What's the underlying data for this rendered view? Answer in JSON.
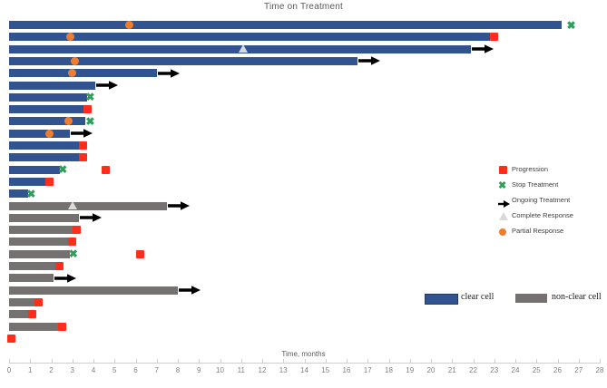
{
  "chart_data": {
    "type": "bar",
    "chart_kind": "swimmer-plot",
    "title": "Time on Treatment",
    "xlabel": "Time, months",
    "ylabel": "",
    "xlim": [
      0,
      28
    ],
    "xticks": [
      0,
      1,
      2,
      3,
      4,
      5,
      6,
      7,
      8,
      9,
      10,
      11,
      12,
      13,
      14,
      15,
      16,
      17,
      18,
      19,
      20,
      21,
      22,
      23,
      24,
      25,
      26,
      27,
      28
    ],
    "grid": false,
    "legend_position": "right",
    "orientation": "horizontal",
    "group_colors": {
      "clear cell": "#31538f",
      "non-clear cell": "#767171"
    },
    "marker_colors": {
      "Progression": "#ff2d1a",
      "Stop Treatment": "#2e9e5b",
      "Ongoing Treatment": "#000000",
      "Complete Response": "#d9d9d9",
      "Partial Response": "#ed7d31"
    },
    "series": [
      {
        "name": "clear cell",
        "values": [
          26.2,
          22.8,
          21.9,
          16.5,
          7.0,
          4.1,
          3.9,
          3.7,
          3.6,
          2.9,
          3.4,
          3.4,
          2.6,
          2.3,
          1.9,
          0.9
        ]
      },
      {
        "name": "non-clear cell",
        "values": [
          7.5,
          3.3,
          3.1,
          3.0,
          2.9,
          2.4,
          2.1,
          8.0,
          1.4,
          1.1,
          2.5,
          0.15
        ]
      }
    ],
    "bars": [
      {
        "row": 1,
        "group": "clear cell",
        "length": 26.2,
        "events": [
          {
            "type": "Partial Response",
            "x": 5.7
          },
          {
            "type": "Stop Treatment",
            "x": 26.6
          }
        ]
      },
      {
        "row": 2,
        "group": "clear cell",
        "length": 22.8,
        "events": [
          {
            "type": "Partial Response",
            "x": 2.9
          },
          {
            "type": "Progression",
            "x": 23.0
          }
        ]
      },
      {
        "row": 3,
        "group": "clear cell",
        "length": 21.9,
        "events": [
          {
            "type": "Complete Response",
            "x": 11.1
          },
          {
            "type": "Ongoing Treatment",
            "x": 21.9
          }
        ]
      },
      {
        "row": 4,
        "group": "clear cell",
        "length": 16.5,
        "events": [
          {
            "type": "Partial Response",
            "x": 3.1
          },
          {
            "type": "Ongoing Treatment",
            "x": 16.5
          }
        ]
      },
      {
        "row": 5,
        "group": "clear cell",
        "length": 7.0,
        "events": [
          {
            "type": "Partial Response",
            "x": 3.0
          },
          {
            "type": "Ongoing Treatment",
            "x": 7.0
          }
        ]
      },
      {
        "row": 6,
        "group": "clear cell",
        "length": 4.1,
        "events": [
          {
            "type": "Ongoing Treatment",
            "x": 4.1
          }
        ]
      },
      {
        "row": 7,
        "group": "clear cell",
        "length": 3.7,
        "events": [
          {
            "type": "Stop Treatment",
            "x": 3.8
          }
        ]
      },
      {
        "row": 8,
        "group": "clear cell",
        "length": 3.6,
        "events": [
          {
            "type": "Progression",
            "x": 3.7
          }
        ]
      },
      {
        "row": 9,
        "group": "clear cell",
        "length": 3.6,
        "events": [
          {
            "type": "Partial Response",
            "x": 2.8
          },
          {
            "type": "Stop Treatment",
            "x": 3.8
          }
        ]
      },
      {
        "row": 10,
        "group": "clear cell",
        "length": 2.9,
        "events": [
          {
            "type": "Partial Response",
            "x": 1.9
          },
          {
            "type": "Ongoing Treatment",
            "x": 2.9
          }
        ]
      },
      {
        "row": 11,
        "group": "clear cell",
        "length": 3.4,
        "events": [
          {
            "type": "Progression",
            "x": 3.5
          }
        ]
      },
      {
        "row": 12,
        "group": "clear cell",
        "length": 3.4,
        "events": [
          {
            "type": "Progression",
            "x": 3.5
          }
        ]
      },
      {
        "row": 13,
        "group": "clear cell",
        "length": 2.4,
        "events": [
          {
            "type": "Stop Treatment",
            "x": 2.5
          },
          {
            "type": "Progression",
            "x": 4.6
          }
        ]
      },
      {
        "row": 14,
        "group": "clear cell",
        "length": 1.9,
        "events": [
          {
            "type": "Progression",
            "x": 1.9
          }
        ]
      },
      {
        "row": 15,
        "group": "clear cell",
        "length": 0.9,
        "events": [
          {
            "type": "Stop Treatment",
            "x": 1.0
          }
        ]
      },
      {
        "row": 16,
        "group": "non-clear cell",
        "length": 7.5,
        "events": [
          {
            "type": "Complete Response",
            "x": 3.0
          },
          {
            "type": "Ongoing Treatment",
            "x": 7.5
          }
        ]
      },
      {
        "row": 17,
        "group": "non-clear cell",
        "length": 3.3,
        "events": [
          {
            "type": "Ongoing Treatment",
            "x": 3.3
          }
        ]
      },
      {
        "row": 18,
        "group": "non-clear cell",
        "length": 3.1,
        "events": [
          {
            "type": "Progression",
            "x": 3.2
          }
        ]
      },
      {
        "row": 19,
        "group": "non-clear cell",
        "length": 3.0,
        "events": [
          {
            "type": "Progression",
            "x": 3.0
          }
        ]
      },
      {
        "row": 20,
        "group": "non-clear cell",
        "length": 2.9,
        "events": [
          {
            "type": "Stop Treatment",
            "x": 3.0
          },
          {
            "type": "Progression",
            "x": 6.2
          }
        ]
      },
      {
        "row": 21,
        "group": "non-clear cell",
        "length": 2.4,
        "events": [
          {
            "type": "Progression",
            "x": 2.4
          }
        ]
      },
      {
        "row": 22,
        "group": "non-clear cell",
        "length": 2.1,
        "events": [
          {
            "type": "Ongoing Treatment",
            "x": 2.1
          }
        ]
      },
      {
        "row": 23,
        "group": "non-clear cell",
        "length": 8.0,
        "events": [
          {
            "type": "Ongoing Treatment",
            "x": 8.0
          }
        ]
      },
      {
        "row": 24,
        "group": "non-clear cell",
        "length": 1.4,
        "events": [
          {
            "type": "Progression",
            "x": 1.4
          }
        ]
      },
      {
        "row": 25,
        "group": "non-clear cell",
        "length": 1.1,
        "events": [
          {
            "type": "Progression",
            "x": 1.1
          }
        ]
      },
      {
        "row": 26,
        "group": "non-clear cell",
        "length": 2.5,
        "events": [
          {
            "type": "Progression",
            "x": 2.5
          }
        ]
      },
      {
        "row": 27,
        "group": "non-clear cell",
        "length": 0.15,
        "events": [
          {
            "type": "Progression",
            "x": 0.1
          }
        ]
      }
    ]
  },
  "symbol_legend": [
    {
      "label": "Progression",
      "icon": "square-icon",
      "color": "#ff2d1a"
    },
    {
      "label": "Stop Treatment",
      "icon": "x-cross-icon",
      "color": "#2e9e5b"
    },
    {
      "label": "Ongoing Treatment",
      "icon": "arrow-right-icon",
      "color": "#000000"
    },
    {
      "label": "Complete Response",
      "icon": "triangle-icon",
      "color": "#d9d9d9"
    },
    {
      "label": "Partial Response",
      "icon": "circle-icon",
      "color": "#ed7d31"
    }
  ],
  "group_legend": [
    {
      "label": "clear cell",
      "color": "#31538f"
    },
    {
      "label": "non-clear cell",
      "color": "#767171"
    }
  ]
}
